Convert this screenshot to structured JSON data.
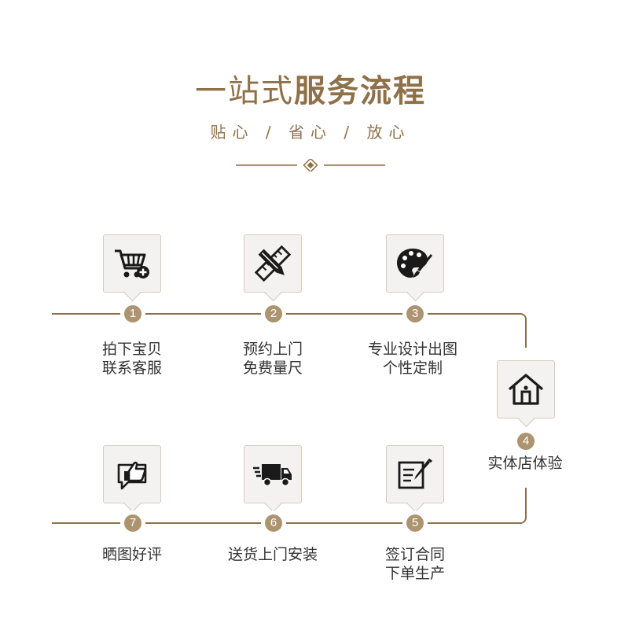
{
  "header": {
    "title_light": "一站式",
    "title_bold": "服务流程",
    "subtitle": "贴心 / 省心 / 放心"
  },
  "steps": [
    {
      "number": "1",
      "lines": [
        "拍下宝贝",
        "联系客服"
      ],
      "icon": "shopping-cart-plus-icon"
    },
    {
      "number": "2",
      "lines": [
        "预约上门",
        "免费量尺"
      ],
      "icon": "ruler-pencil-icon"
    },
    {
      "number": "3",
      "lines": [
        "专业设计出图",
        "个性定制"
      ],
      "icon": "palette-brush-icon"
    },
    {
      "number": "4",
      "lines": [
        "实体店体验"
      ],
      "icon": "house-icon"
    },
    {
      "number": "5",
      "lines": [
        "签订合同",
        "下单生产"
      ],
      "icon": "contract-sign-icon"
    },
    {
      "number": "6",
      "lines": [
        "送货上门安装"
      ],
      "icon": "delivery-truck-icon"
    },
    {
      "number": "7",
      "lines": [
        "晒图好评"
      ],
      "icon": "thumbs-up-chat-icon"
    }
  ],
  "colors": {
    "accent": "#8f7149",
    "badge": "#ad9470",
    "card_bg": "#f3f2f1",
    "text": "#333333"
  }
}
